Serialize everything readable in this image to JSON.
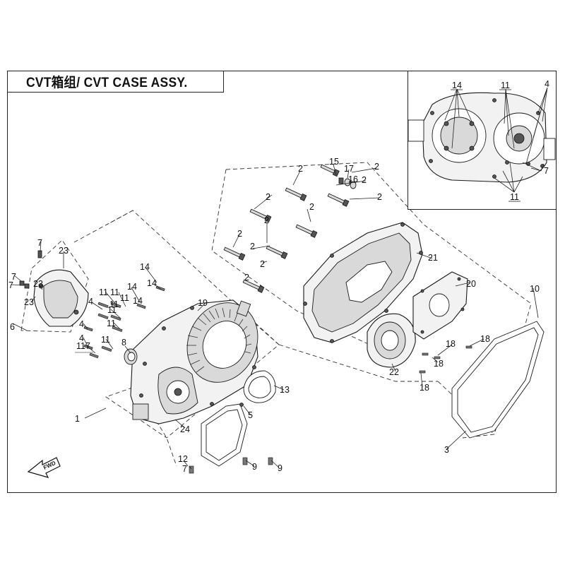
{
  "title": "CVT箱组/ CVT CASE ASSY.",
  "fwd_label": "FWD",
  "callouts": [
    "1",
    "2",
    "2",
    "2",
    "2",
    "2",
    "2",
    "2",
    "2",
    "2",
    "2",
    "2",
    "3",
    "4",
    "4",
    "4",
    "5",
    "6",
    "7",
    "7",
    "7",
    "7",
    "7",
    "8",
    "9",
    "9",
    "10",
    "11",
    "11",
    "11",
    "11",
    "11",
    "11",
    "11",
    "11",
    "12",
    "13",
    "14",
    "14",
    "14",
    "14",
    "15",
    "16",
    "17",
    "18",
    "18",
    "18",
    "18",
    "19",
    "20",
    "21",
    "22",
    "23",
    "23",
    "23",
    "24"
  ],
  "inset_callouts": [
    "14",
    "11",
    "4",
    "7",
    "11"
  ]
}
